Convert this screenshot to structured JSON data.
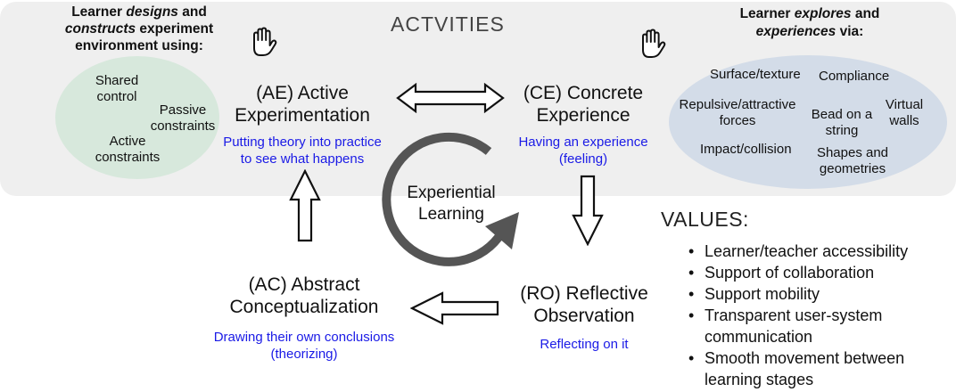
{
  "activities": {
    "heading": "ACTVITIES",
    "left_intro_line1_pre": "Learner ",
    "left_intro_line1_em": "designs",
    "left_intro_line1_post": " and",
    "left_intro_line2_em": "constructs",
    "left_intro_line2_post": " experiment",
    "left_intro_line3": "environment using:",
    "right_intro_line1_pre": "Learner ",
    "right_intro_line1_em": "explores",
    "right_intro_line1_post": " and",
    "right_intro_line2_em": "experiences",
    "right_intro_line2_post": " via:",
    "left_items": {
      "shared_control_1": "Shared",
      "shared_control_2": "control",
      "passive_1": "Passive",
      "passive_2": "constraints",
      "active_1": "Active",
      "active_2": "constraints"
    },
    "right_items": {
      "surface": "Surface/texture",
      "compliance": "Compliance",
      "repulsive_1": "Repulsive/attractive",
      "repulsive_2": "forces",
      "bead_1": "Bead on a",
      "bead_2": "string",
      "virtual_1": "Virtual",
      "virtual_2": "walls",
      "impact": "Impact/collision",
      "shapes_1": "Shapes and",
      "shapes_2": "geometries"
    },
    "hand_icon": "raised-hand"
  },
  "stages": {
    "ae": {
      "title_1": "(AE) Active",
      "title_2": "Experimentation",
      "sub_1": "Putting theory into practice",
      "sub_2": "to see what happens"
    },
    "ce": {
      "title_1": "(CE) Concrete",
      "title_2": "Experience",
      "sub_1": "Having an experience",
      "sub_2": "(feeling)"
    },
    "ro": {
      "title_1": "(RO) Reflective",
      "title_2": "Observation",
      "sub_1": "Reflecting on it"
    },
    "ac": {
      "title_1": "(AC) Abstract",
      "title_2": "Conceptualization",
      "sub_1": "Drawing their own conclusions",
      "sub_2": "(theorizing)"
    }
  },
  "center": {
    "line1": "Experiential",
    "line2": "Learning"
  },
  "values": {
    "heading": "VALUES:",
    "items": [
      "Learner/teacher accessibility",
      "Support of collaboration",
      "Support mobility",
      "Transparent user-system communication",
      "Smooth movement between learning stages"
    ]
  },
  "colors": {
    "panel": "#efefef",
    "accent_blue": "#1a1ae6",
    "green_ellipse": "#d7e8dc",
    "blue_ellipse": "#d3dce8",
    "cycle_arrow": "#555555"
  }
}
